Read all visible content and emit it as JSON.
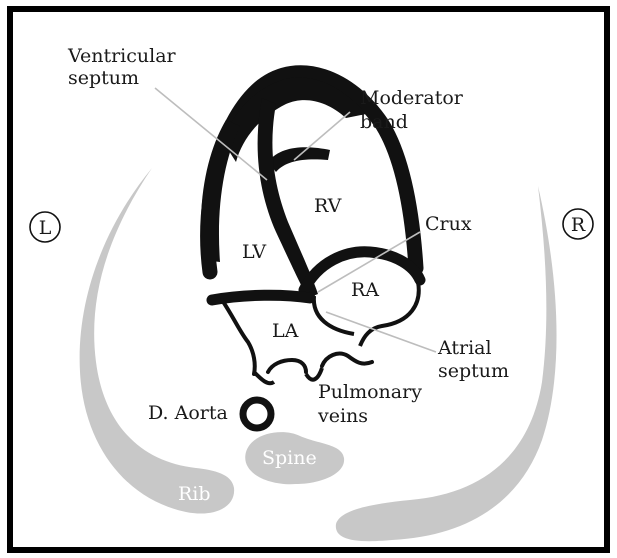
{
  "figure": {
    "orientation": {
      "left": "L",
      "right": "R"
    },
    "labels": {
      "ventricular_septum_line1": "Ventricular",
      "ventricular_septum_line2": "septum",
      "moderator_band_line1": "Moderator",
      "moderator_band_line2": "band",
      "rv": "RV",
      "lv": "LV",
      "ra": "RA",
      "la": "LA",
      "crux": "Crux",
      "atrial_septum_line1": "Atrial",
      "atrial_septum_line2": "septum",
      "pulmonary_veins_line1": "Pulmonary",
      "pulmonary_veins_line2": "veins",
      "d_aorta": "D. Aorta",
      "spine": "Spine",
      "rib": "Rib"
    },
    "colors": {
      "ink": "#111111",
      "bone": "#c8c8c8",
      "leader": "#bdbdbd",
      "frame": "#000000"
    }
  }
}
